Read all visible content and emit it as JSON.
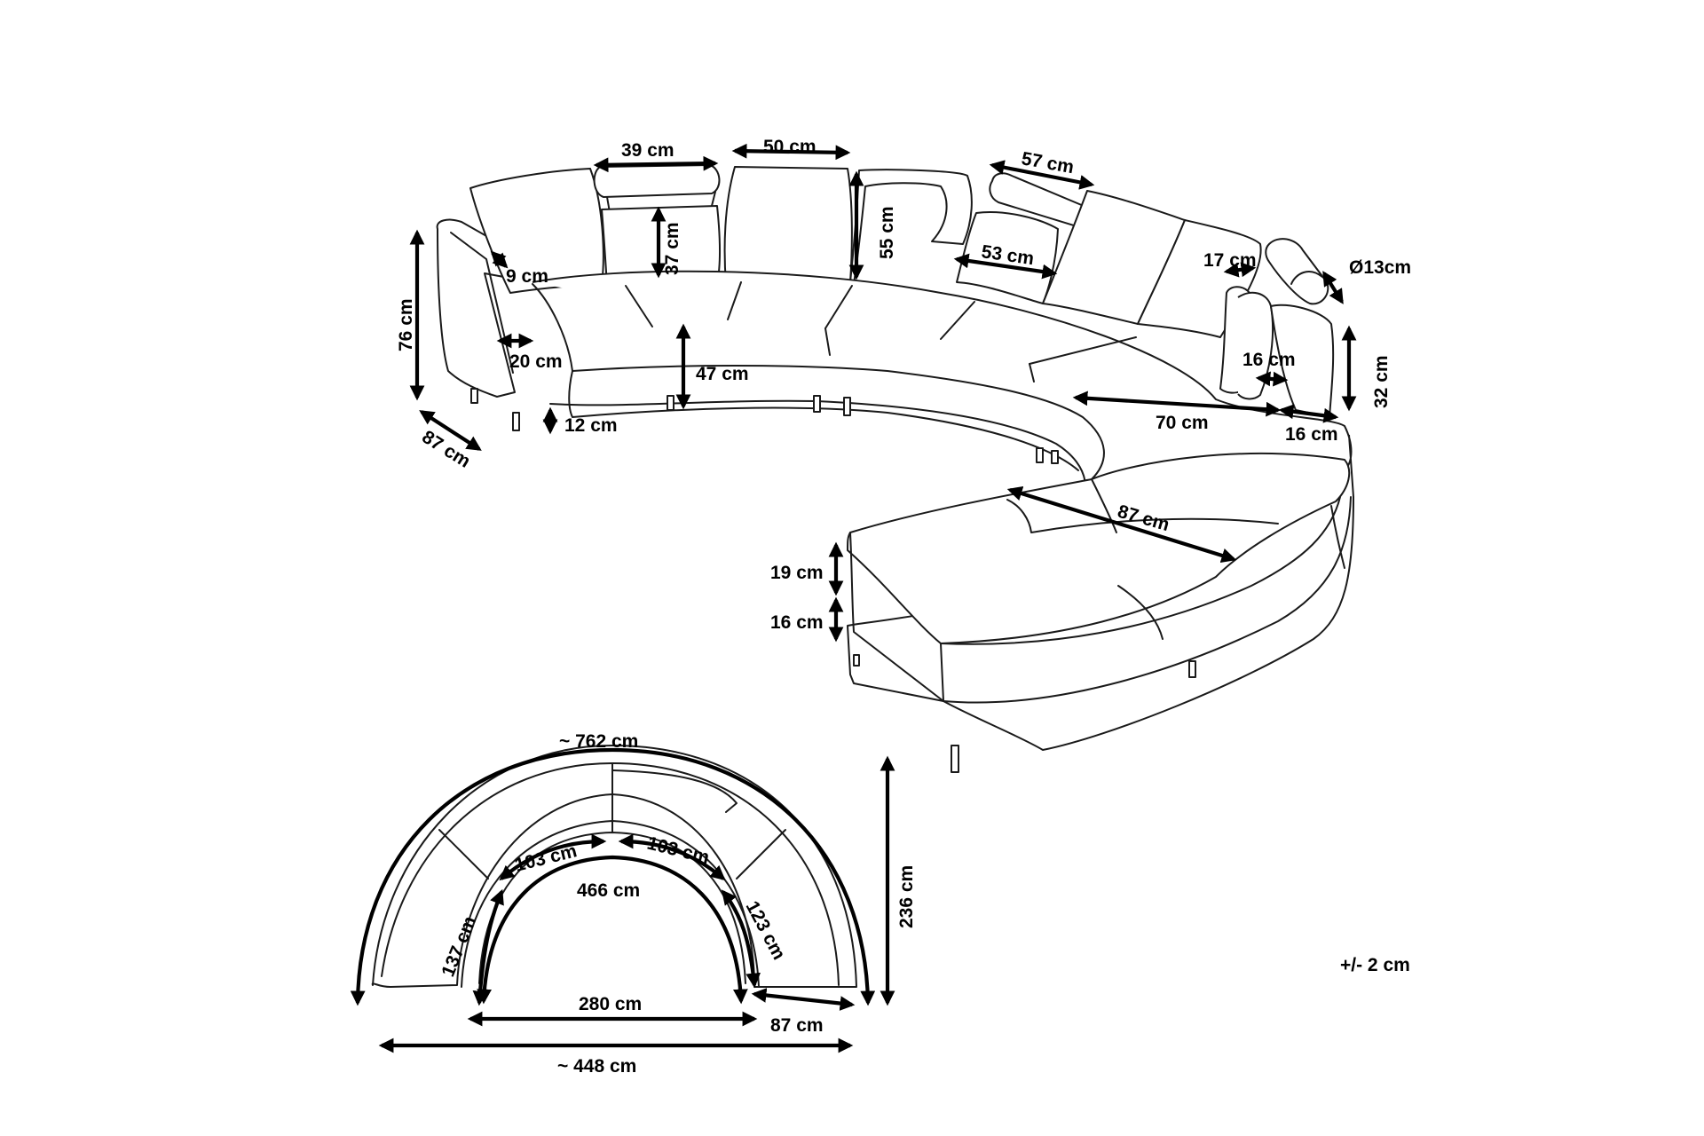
{
  "labels": {
    "back_width_39": "39 cm",
    "back_width_50": "50 cm",
    "back_width_57": "57 cm",
    "headrest_height_37": "37 cm",
    "cushion_height_55": "55 cm",
    "cushion_width_53": "53 cm",
    "headrest_depth_17": "17 cm",
    "bolster_diameter": "Ø13cm",
    "armrest_width_9": "9 cm",
    "total_height_76": "76 cm",
    "arm_width_20": "20 cm",
    "seat_height_47": "47 cm",
    "leg_height_12": "12 cm",
    "depth_87_left": "87 cm",
    "armrest_16_inner": "16 cm",
    "armrest_height_32": "32 cm",
    "seat_depth_70": "70 cm",
    "armrest_16_outer": "16 cm",
    "chaise_length_87": "87 cm",
    "cushion_thickness_19": "19 cm",
    "base_thickness_16": "16 cm",
    "outer_arc": "~ 762 cm",
    "inner_seg_103_left": "103 cm",
    "inner_seg_103_right": "103 cm",
    "inner_arc_466": "466 cm",
    "inner_seg_137": "137 cm",
    "inner_seg_123": "123 cm",
    "overall_depth_236": "236 cm",
    "inner_width_280": "280 cm",
    "plan_depth_87": "87 cm",
    "overall_width_448": "~ 448 cm",
    "tolerance": "+/- 2 cm"
  }
}
